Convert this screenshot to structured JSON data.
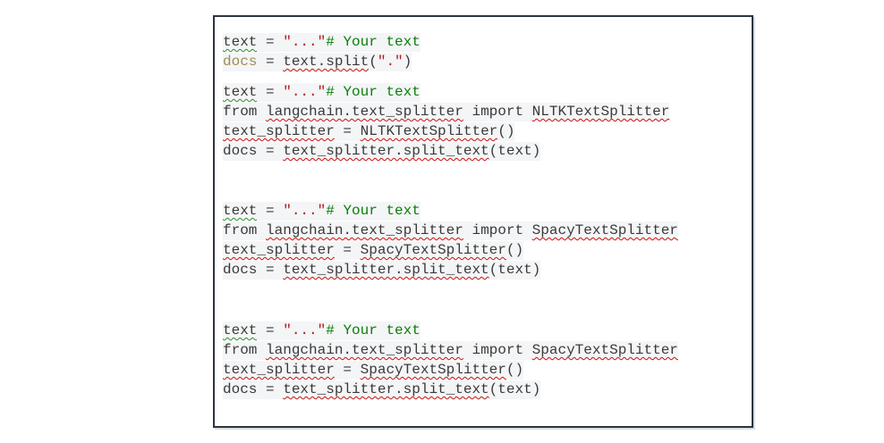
{
  "page": {
    "background": "#ffffff"
  },
  "code_box": {
    "colors": {
      "border": "#2b3440",
      "code": "#3a3a3a",
      "olive": "#9c8c55",
      "string": "#b21d1d",
      "comment": "#0c7d0c",
      "squiggle_red": "#cc1111",
      "squiggle_green": "#2f8f2f",
      "line_tint": "#f4f5f6"
    },
    "blocks": [
      {
        "name": "plain-string-split",
        "lines": [
          [
            {
              "t": "text",
              "c": "code",
              "u": "green"
            },
            {
              "t": " = ",
              "c": "code"
            },
            {
              "t": "\"...\"",
              "c": "string"
            },
            {
              "t": "# Your text",
              "c": "comment"
            }
          ],
          [
            {
              "t": "docs",
              "c": "olive"
            },
            {
              "t": " = ",
              "c": "code"
            },
            {
              "t": "text.split",
              "c": "code",
              "u": "red"
            },
            {
              "t": "(",
              "c": "code"
            },
            {
              "t": "\".\"",
              "c": "string"
            },
            {
              "t": ")",
              "c": "code"
            }
          ]
        ]
      },
      {
        "name": "nltk-text-splitter",
        "lines": [
          [
            {
              "t": "text",
              "c": "code",
              "u": "green"
            },
            {
              "t": " = ",
              "c": "code"
            },
            {
              "t": "\"...\"",
              "c": "string"
            },
            {
              "t": "# Your text",
              "c": "comment"
            }
          ],
          [
            {
              "t": "from ",
              "c": "code"
            },
            {
              "t": "langchain.text_splitter",
              "c": "code",
              "u": "red"
            },
            {
              "t": " import ",
              "c": "code"
            },
            {
              "t": "NLTKTextSplitter",
              "c": "code",
              "u": "red"
            }
          ],
          [
            {
              "t": "text_splitter",
              "c": "code",
              "u": "red"
            },
            {
              "t": " = ",
              "c": "code"
            },
            {
              "t": "NLTKTextSplitter",
              "c": "code",
              "u": "red"
            },
            {
              "t": "()",
              "c": "code"
            }
          ],
          [
            {
              "t": "docs",
              "c": "code"
            },
            {
              "t": " = ",
              "c": "code"
            },
            {
              "t": "text_splitter.split_text",
              "c": "code",
              "u": "red"
            },
            {
              "t": "(text)",
              "c": "code"
            }
          ]
        ]
      },
      {
        "name": "spacy-text-splitter-1",
        "lines": [
          [
            {
              "t": "text",
              "c": "code",
              "u": "green"
            },
            {
              "t": " = ",
              "c": "code"
            },
            {
              "t": "\"...\"",
              "c": "string"
            },
            {
              "t": "# Your text",
              "c": "comment"
            }
          ],
          [
            {
              "t": "from ",
              "c": "code"
            },
            {
              "t": "langchain.text_splitter",
              "c": "code",
              "u": "red"
            },
            {
              "t": " import ",
              "c": "code"
            },
            {
              "t": "SpacyTextSplitter",
              "c": "code",
              "u": "red"
            }
          ],
          [
            {
              "t": "text_splitter",
              "c": "code",
              "u": "red"
            },
            {
              "t": " = ",
              "c": "code"
            },
            {
              "t": "SpacyTextSplitter",
              "c": "code",
              "u": "red"
            },
            {
              "t": "()",
              "c": "code"
            }
          ],
          [
            {
              "t": "docs",
              "c": "code"
            },
            {
              "t": " = ",
              "c": "code"
            },
            {
              "t": "text_splitter.split_text",
              "c": "code",
              "u": "red"
            },
            {
              "t": "(text)",
              "c": "code"
            }
          ]
        ]
      },
      {
        "name": "spacy-text-splitter-2",
        "lines": [
          [
            {
              "t": "text",
              "c": "code",
              "u": "green"
            },
            {
              "t": " = ",
              "c": "code"
            },
            {
              "t": "\"...\"",
              "c": "string"
            },
            {
              "t": "# Your text",
              "c": "comment"
            }
          ],
          [
            {
              "t": "from ",
              "c": "code"
            },
            {
              "t": "langchain.text_splitter",
              "c": "code",
              "u": "red"
            },
            {
              "t": " import ",
              "c": "code"
            },
            {
              "t": "SpacyTextSplitter",
              "c": "code",
              "u": "red"
            }
          ],
          [
            {
              "t": "text_splitter",
              "c": "code",
              "u": "red"
            },
            {
              "t": " = ",
              "c": "code"
            },
            {
              "t": "SpacyTextSplitter",
              "c": "code",
              "u": "red"
            },
            {
              "t": "()",
              "c": "code"
            }
          ],
          [
            {
              "t": "docs",
              "c": "code"
            },
            {
              "t": " = ",
              "c": "code"
            },
            {
              "t": "text_splitter.split_text",
              "c": "code",
              "u": "red"
            },
            {
              "t": "(text)",
              "c": "code"
            }
          ]
        ]
      }
    ]
  }
}
